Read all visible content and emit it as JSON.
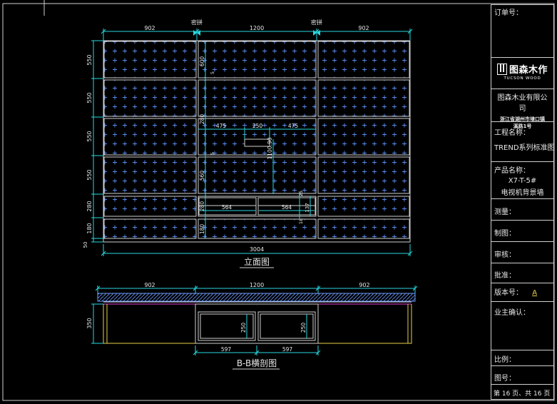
{
  "elevation": {
    "title": "立面图",
    "top_dims": [
      "902",
      "1200",
      "902"
    ],
    "door_labels": [
      "密拼",
      "密拼"
    ],
    "left_dims": [
      "550",
      "550",
      "550",
      "550",
      "280",
      "180",
      "50"
    ],
    "total_width": "3004",
    "inner": {
      "h_dims": [
        "475",
        "250",
        "475"
      ],
      "v_labels": [
        "600",
        "1100.90",
        "280",
        "560",
        "280",
        "180",
        "5",
        "5",
        "137",
        "18",
        "25"
      ],
      "drawer_widths": [
        "564",
        "564"
      ]
    }
  },
  "section": {
    "title": "B-B横剖图",
    "top_dims": [
      "902",
      "1200",
      "902"
    ],
    "left_dim": "350",
    "bottom_dims": [
      "597",
      "597"
    ],
    "drawer_dims": [
      "250",
      "250"
    ]
  },
  "titleblock": {
    "order_no_label": "订单号：",
    "logo_cn": "图森木作",
    "logo_en": "TUCSON WOOD",
    "company": "图森木业有限公司",
    "address_line1": "浙江省湖州市埭口镇",
    "address_line2": "溪路1号",
    "project_label": "工程名称：",
    "project_value": "TREND系列标准图",
    "product_label": "产品名称：",
    "product_code": "X7-T-5#",
    "product_name": "电视机背景墙",
    "measure_label": "测量：",
    "drawn_label": "制图：",
    "review_label": "审核：",
    "approve_label": "批准：",
    "version_label": "版本号：",
    "version_value": "A",
    "owner_label": "业主确认：",
    "scale_label": "比例：",
    "drawing_no_label": "图号：",
    "page_text": "第 16 页、共 16 页"
  },
  "colors": {
    "line": "#cfcfcf",
    "dim": "#28d8e0",
    "pattern": "#5a8df0",
    "yellow": "#e8d048",
    "magenta": "#e040d0",
    "title_text": "#e8e8e8"
  }
}
